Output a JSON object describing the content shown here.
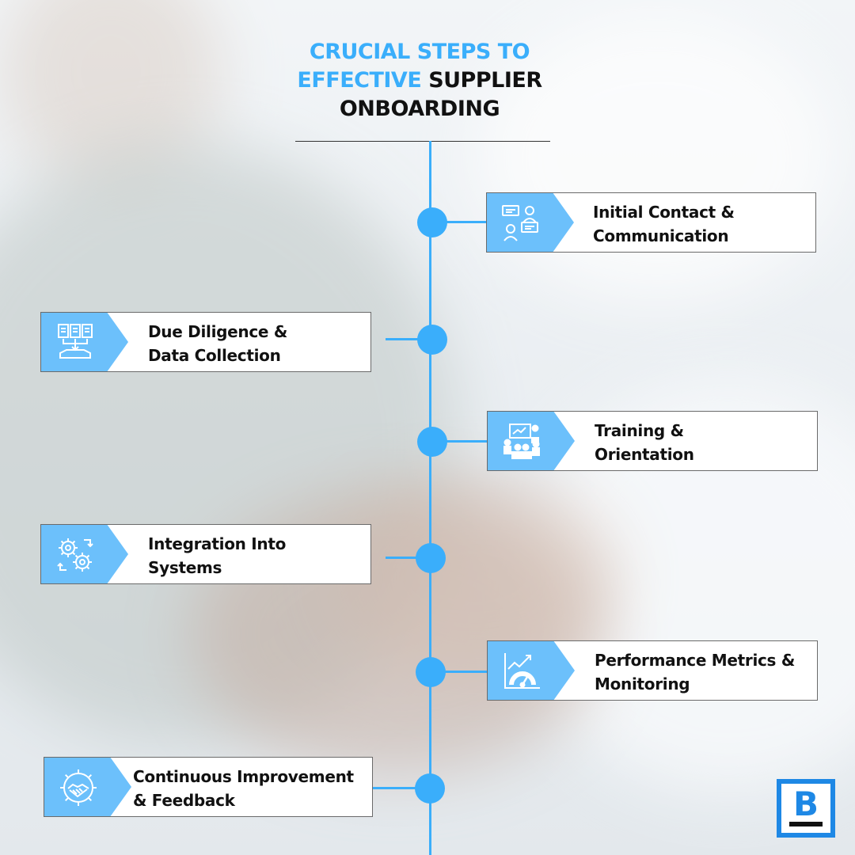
{
  "title": {
    "line1_blue": "CRUCIAL STEPS TO",
    "line2_blue": "EFFECTIVE",
    "line2_dark": "SUPPLIER",
    "line3_dark": "ONBOARDING"
  },
  "colors": {
    "accent": "#3aaefb",
    "icon_bg": "#6cc0fb",
    "text": "#111111",
    "logo_blue": "#1e88e5"
  },
  "steps": [
    {
      "line1": "Initial Contact &",
      "line2": "Communication",
      "icon": "communication-icon"
    },
    {
      "line1": "Due Diligence &",
      "line2": "Data Collection",
      "icon": "documents-collection-icon"
    },
    {
      "line1": "Training &",
      "line2": "Orientation",
      "icon": "training-presentation-icon"
    },
    {
      "line1": "Integration Into",
      "line2": "Systems",
      "icon": "gears-integration-icon"
    },
    {
      "line1": "Performance Metrics &",
      "line2": "Monitoring",
      "icon": "performance-gauge-icon"
    },
    {
      "line1": "Continuous Improvement",
      "line2": "& Feedback",
      "icon": "handshake-gear-icon"
    }
  ],
  "logo": {
    "letter": "B"
  }
}
